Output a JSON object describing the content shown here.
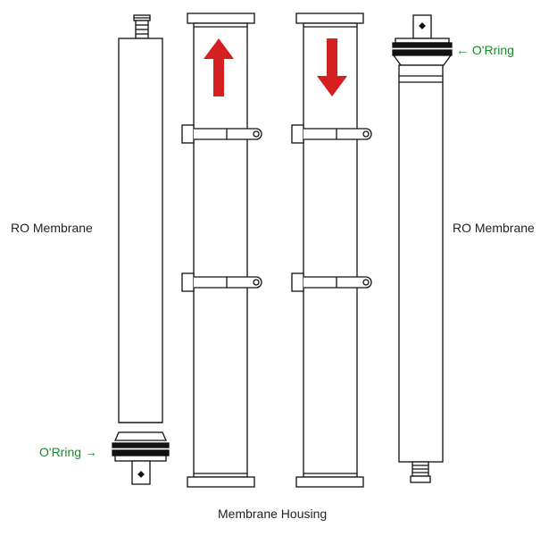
{
  "labels": {
    "left_membrane": "RO Membrane",
    "right_membrane": "RO Membrane",
    "housing": "Membrane Housing",
    "oring_left": "O'Rring →",
    "oring_right": "← O'Rring"
  },
  "colors": {
    "outline": "#111111",
    "arrow": "#d42020",
    "annotation": "#1a8a2e"
  },
  "icons": {
    "up_arrow": "flow-up-arrow-icon",
    "down_arrow": "flow-down-arrow-icon"
  }
}
